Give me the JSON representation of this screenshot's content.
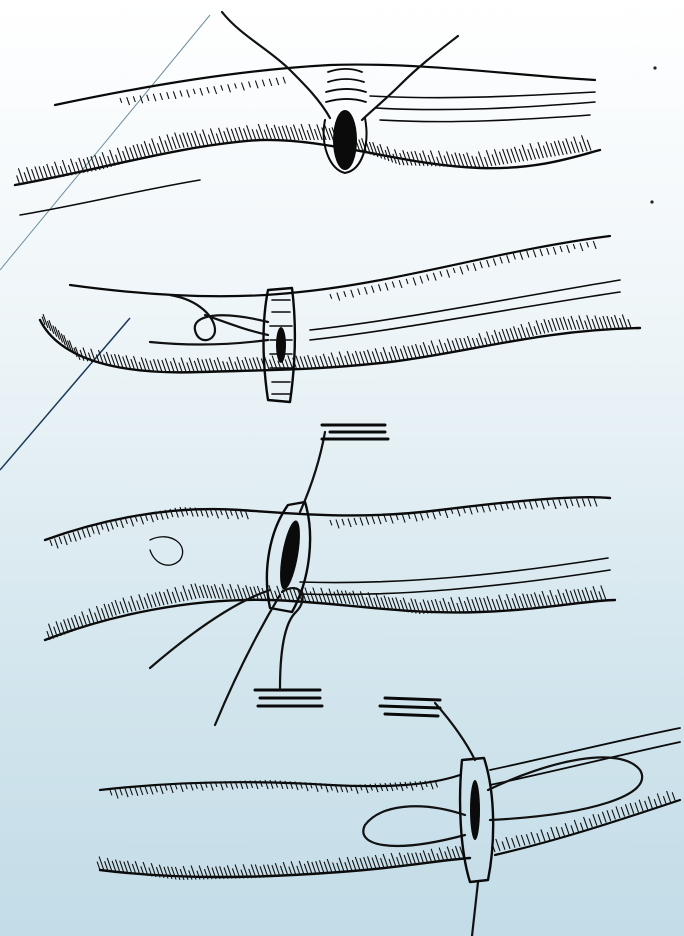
{
  "figure": {
    "background_top": "#ffffff",
    "background_bottom": "#c3dce7",
    "ink_color": "#0a0a0a",
    "panels": [
      {
        "id": 1
      },
      {
        "id": 2
      },
      {
        "id": 3
      },
      {
        "id": 4
      }
    ]
  }
}
